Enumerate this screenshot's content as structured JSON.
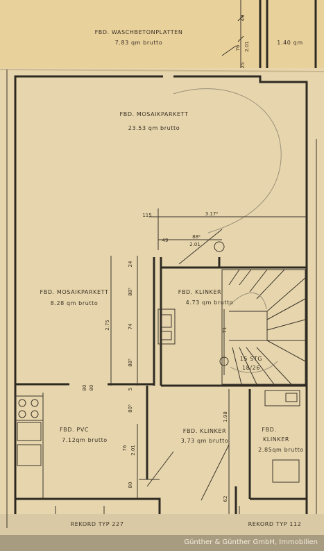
{
  "rooms": {
    "terrace": {
      "floor": "FBD. WASCHBETONPLATTEN",
      "area": "7.83 qm brutto"
    },
    "small_terrace": {
      "area": "1.40 qm"
    },
    "living": {
      "floor": "FBD. MOSAIKPARKETT",
      "area": "23.53 qm brutto"
    },
    "dining": {
      "floor": "FBD. MOSAIKPARKETT",
      "area": "8.28 qm brutto"
    },
    "hall": {
      "floor": "FBD. KLINKER",
      "area": "4.73 qm brutto"
    },
    "stair": {
      "steps": "15 STG",
      "ratio": "18/26"
    },
    "kitchen": {
      "floor": "FBD. PVC",
      "area": "7.12qm brutto"
    },
    "entry": {
      "floor": "FBD. KLINKER",
      "area": "3.73 qm brutto"
    },
    "wc": {
      "floor": "FBD.",
      "floor2": "KLINKER",
      "area": "2.85qm brutto"
    }
  },
  "dimensions": {
    "d49_top": "49",
    "d76_top": "76",
    "d201_top": "2.01",
    "d25_top": "25",
    "d115": "115",
    "d317": "3.17⁵",
    "d49_mid": "49",
    "d885_a": "88⁵",
    "d201_mid": "2.01",
    "d24": "24",
    "d885_b": "88⁵",
    "d275": "2.75",
    "d74": "74",
    "d885_c": "88⁵",
    "d71": "71",
    "d80_a": "80",
    "d80_b": "80",
    "d5": "5",
    "d805": "80⁵",
    "d198": "1.98",
    "d76_bot": "76",
    "d201_bot": "2.01",
    "d80_bot": "80",
    "d62": "62"
  },
  "doors": {
    "left": "REKORD  TYP 227",
    "right": "REKORD  TYP 112"
  },
  "watermark": "Günther & Günther GmbH, Immobilien"
}
